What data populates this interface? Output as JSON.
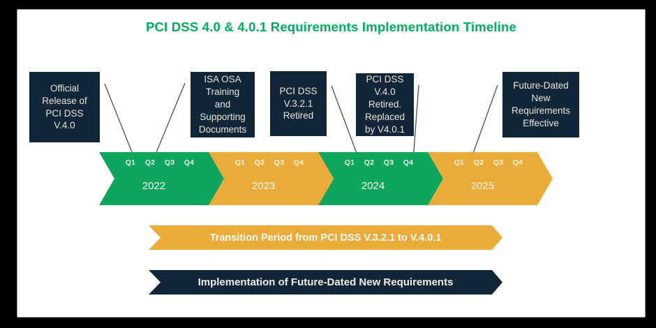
{
  "title": "PCI DSS 4.0 & 4.0.1 Requirements Implementation Timeline",
  "colors": {
    "title_green": "#00AE60",
    "chevron_green": "#0EA55F",
    "chevron_orange": "#EBAB38",
    "callout_navy": "#112639",
    "callout_text": "#EBE4D3",
    "connector_gray": "#4A5A6A",
    "background": "#FFFFFF",
    "outer_background": "#000000"
  },
  "callouts": [
    {
      "id": "official-release",
      "text": "Official\nRelease of\nPCI DSS\nV.4.0"
    },
    {
      "id": "isa-osa-training",
      "text": "ISA OSA\nTraining\nand\nSupporting\nDocuments"
    },
    {
      "id": "v321-retired",
      "text": "PCI DSS\nV.3.2.1\nRetired"
    },
    {
      "id": "v40-retired",
      "text": "PCI DSS\nV.4.0\nRetired.\nReplaced\nby V4.0.1"
    },
    {
      "id": "future-dated-effective",
      "text": "Future-Dated\nNew\nRequirements\nEffective"
    }
  ],
  "timeline": {
    "segments": [
      {
        "year": "2022",
        "color": "#0EA55F",
        "quarters": [
          "Q1",
          "Q2",
          "Q3",
          "Q4"
        ]
      },
      {
        "year": "2023",
        "color": "#EBAB38",
        "quarters": [
          "Q1",
          "Q2",
          "Q3",
          "Q4"
        ]
      },
      {
        "year": "2024",
        "color": "#0EA55F",
        "quarters": [
          "Q1",
          "Q2",
          "Q3",
          "Q4"
        ]
      },
      {
        "year": "2025",
        "color": "#EBAB38",
        "quarters": [
          "Q1",
          "Q2",
          "Q3",
          "Q4"
        ]
      }
    ]
  },
  "banners": {
    "transition": "Transition Period from PCI DSS V.3.2.1 to V.4.0.1",
    "implementation": "Implementation of Future-Dated New Requirements"
  }
}
